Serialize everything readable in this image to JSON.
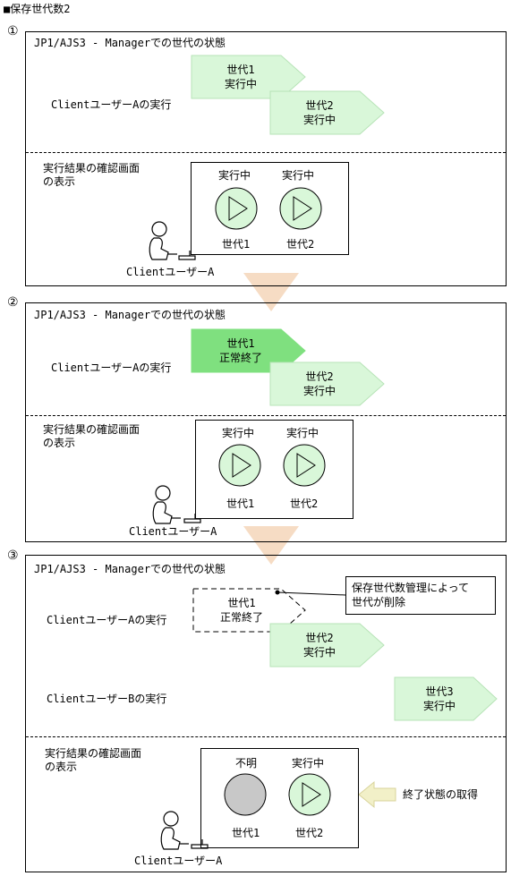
{
  "title": "■保存世代数2",
  "steps": [
    {
      "number": "①",
      "header": "JP1/AJS3 - Managerでの世代の状態",
      "client_a_label": "ClientユーザーAの実行",
      "gen1": {
        "name": "世代1",
        "status": "実行中"
      },
      "gen2": {
        "name": "世代2",
        "status": "実行中"
      },
      "result_label": "実行結果の確認画面\nの表示",
      "screen": {
        "left_status": "実行中",
        "right_status": "実行中",
        "left_gen": "世代1",
        "right_gen": "世代2"
      },
      "user_label": "ClientユーザーA"
    },
    {
      "number": "②",
      "header": "JP1/AJS3 - Managerでの世代の状態",
      "client_a_label": "ClientユーザーAの実行",
      "gen1": {
        "name": "世代1",
        "status": "正常終了"
      },
      "gen2": {
        "name": "世代2",
        "status": "実行中"
      },
      "result_label": "実行結果の確認画面\nの表示",
      "screen": {
        "left_status": "実行中",
        "right_status": "実行中",
        "left_gen": "世代1",
        "right_gen": "世代2"
      },
      "user_label": "ClientユーザーA"
    },
    {
      "number": "③",
      "header": "JP1/AJS3 - Managerでの世代の状態",
      "client_a_label": "ClientユーザーAの実行",
      "client_b_label": "ClientユーザーBの実行",
      "gen1": {
        "name": "世代1",
        "status": "正常終了"
      },
      "gen2": {
        "name": "世代2",
        "status": "実行中"
      },
      "gen3": {
        "name": "世代3",
        "status": "実行中"
      },
      "note": "保存世代数管理によって\n世代が削除",
      "result_label": "実行結果の確認画面\nの表示",
      "screen": {
        "left_status": "不明",
        "right_status": "実行中",
        "left_gen": "世代1",
        "right_gen": "世代2"
      },
      "status_fetch": "終了状態の取得",
      "user_label": "ClientユーザーA"
    }
  ],
  "colors": {
    "running_fill": "#d9f7d9",
    "running_stroke": "#b7e3b7",
    "ended_fill": "#7fe07f",
    "arrow_fill": "#f6dcc4",
    "unknown_fill": "#c8c8c8",
    "fetch_arrow_fill": "#f2f0c8"
  }
}
